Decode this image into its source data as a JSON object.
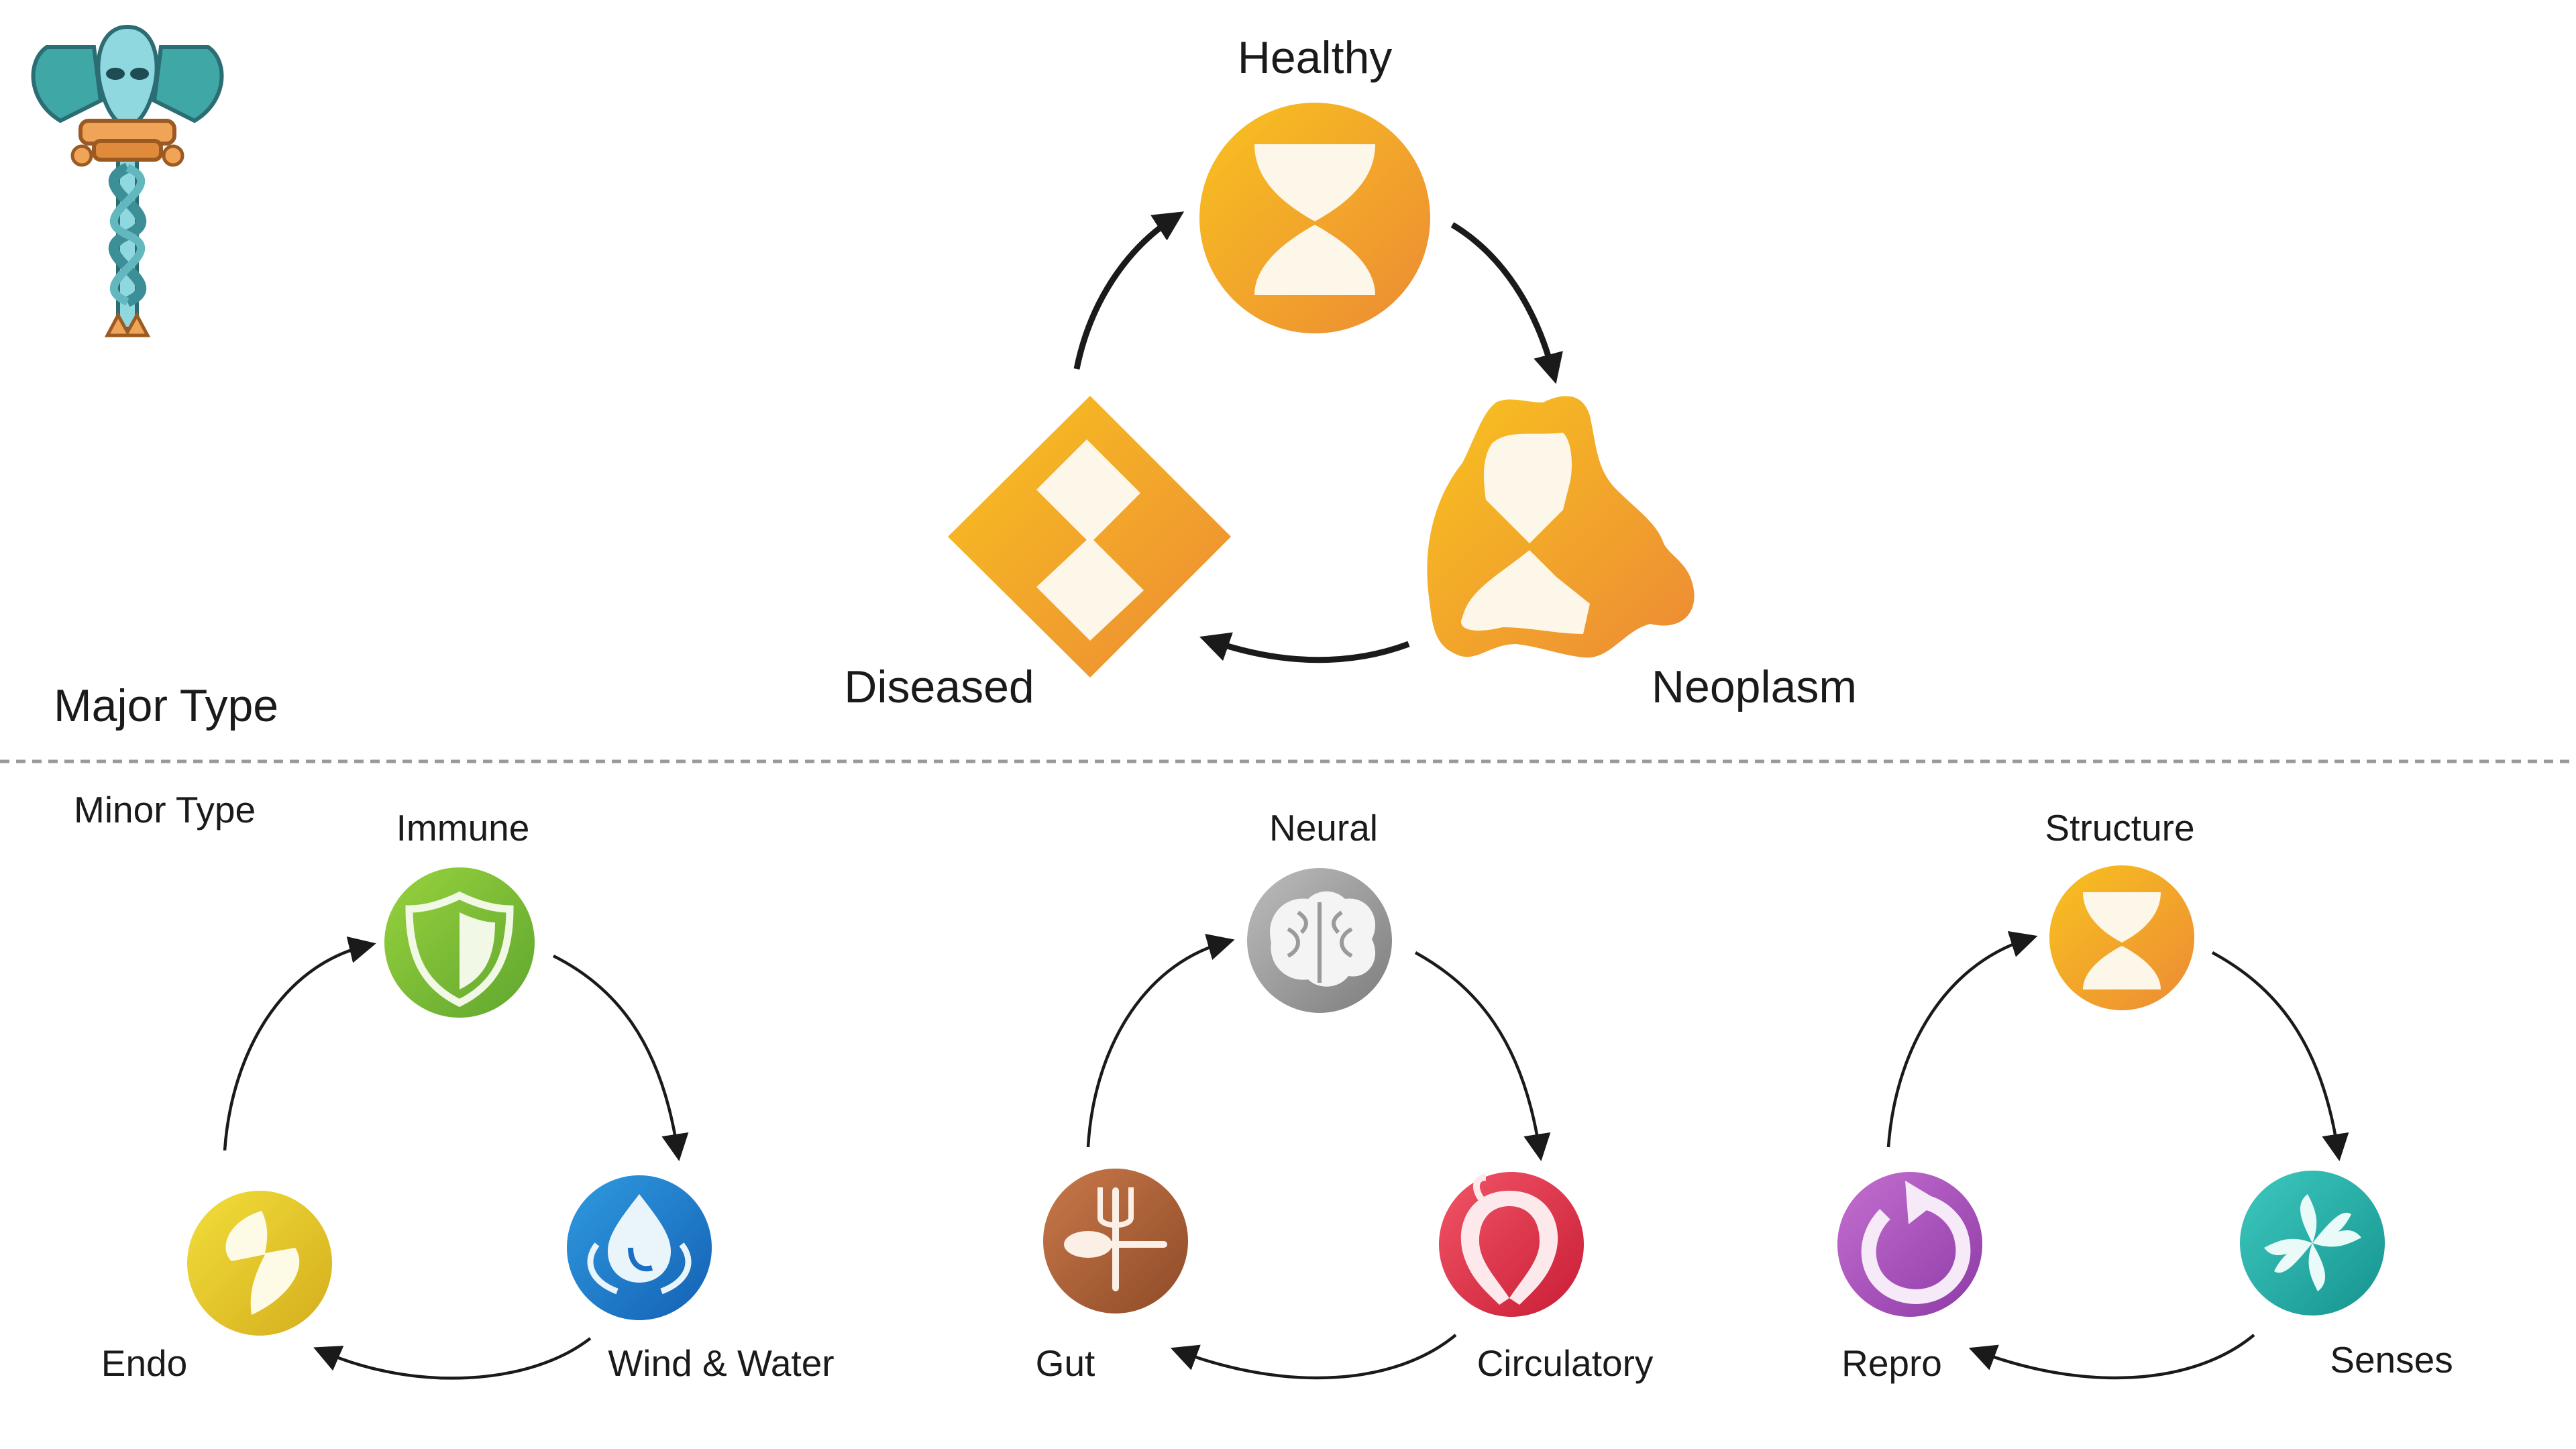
{
  "section_labels": {
    "major": "Major Type",
    "minor": "Minor Type"
  },
  "major_cycle": {
    "nodes": [
      {
        "id": "healthy",
        "label": "Healthy",
        "icon": "hourglass-circle-icon"
      },
      {
        "id": "neoplasm",
        "label": "Neoplasm",
        "icon": "hourglass-blob-icon"
      },
      {
        "id": "diseased",
        "label": "Diseased",
        "icon": "hourglass-diamond-icon"
      }
    ],
    "order": [
      "healthy",
      "neoplasm",
      "diseased",
      "healthy"
    ]
  },
  "minor_cycles": [
    {
      "nodes": [
        {
          "id": "immune",
          "label": "Immune",
          "icon": "shield-icon",
          "color": "#7fc03a"
        },
        {
          "id": "wind_water",
          "label": "Wind & Water",
          "icon": "water-drop-leaves-icon",
          "color": "#1f7fcf"
        },
        {
          "id": "endo",
          "label": "Endo",
          "icon": "lightning-icon",
          "color": "#e6c82a"
        }
      ]
    },
    {
      "nodes": [
        {
          "id": "neural",
          "label": "Neural",
          "icon": "brain-icon",
          "color": "#9a9a9a"
        },
        {
          "id": "circulatory",
          "label": "Circulatory",
          "icon": "heart-icon",
          "color": "#e0304a"
        },
        {
          "id": "gut",
          "label": "Gut",
          "icon": "fork-spoon-icon",
          "color": "#b5663a"
        }
      ]
    },
    {
      "nodes": [
        {
          "id": "structure",
          "label": "Structure",
          "icon": "hourglass-circle-icon",
          "color": "#f3a51f"
        },
        {
          "id": "senses",
          "label": "Senses",
          "icon": "pinwheel-icon",
          "color": "#2ab7b0"
        },
        {
          "id": "repro",
          "label": "Repro",
          "icon": "cycle-arrow-icon",
          "color": "#b055c0"
        }
      ]
    }
  ],
  "colors": {
    "major_gradient_start": "#f8c21f",
    "major_gradient_end": "#ec8a35",
    "glyph_fill": "#fdf7ea",
    "arrow": "#1a1a1a",
    "divider": "#999999"
  }
}
